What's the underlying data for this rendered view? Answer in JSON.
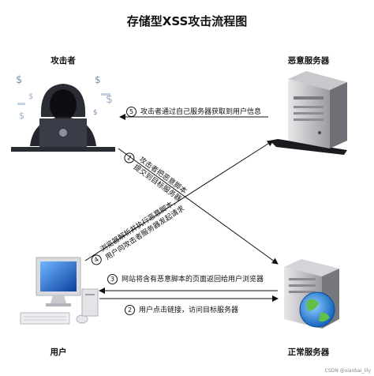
{
  "title": "存储型XSS攻击流程图",
  "nodes": {
    "attacker": "攻击者",
    "malicious_server": "恶意服务器",
    "user": "用户",
    "normal_server": "正常服务器"
  },
  "steps": {
    "s1": {
      "num": "1",
      "line1": "攻击者把恶意脚本",
      "line2": "提交到目标服务器"
    },
    "s2": {
      "num": "2",
      "text": "用户点击链接，访问目标服务器"
    },
    "s3": {
      "num": "3",
      "text": "网站将含有恶意脚本的页面返回给用户浏览器"
    },
    "s4": {
      "num": "4",
      "line1": "浏览器解析并执行恶意脚本，",
      "line2": "用户向攻击者服务器发起请求"
    },
    "s5": {
      "num": "5",
      "text": "攻击者通过自己服务器获取到用户信息"
    }
  },
  "watermark": "CSDN @xiaobai_lily"
}
